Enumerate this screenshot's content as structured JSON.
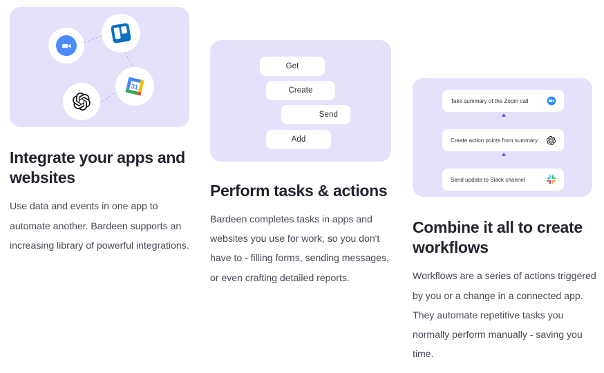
{
  "features": [
    {
      "id": "integrate",
      "heading": "Integrate your apps and websites",
      "body": "Use data and events in one app to automate another. Bardeen supports an increasing library of powerful integrations.",
      "illustration": {
        "type": "app-node-graph",
        "background_color": "#E4E1FB",
        "nodes": [
          {
            "name": "zoom-icon",
            "app": "Zoom"
          },
          {
            "name": "trello-icon",
            "app": "Trello"
          },
          {
            "name": "google-calendar-icon",
            "app": "Google Calendar",
            "badge": "31"
          },
          {
            "name": "openai-icon",
            "app": "OpenAI"
          }
        ],
        "connector_style": "dashed"
      }
    },
    {
      "id": "perform",
      "heading": "Perform tasks & actions",
      "body": "Bardeen completes tasks in apps and websites you use for work, so you don't have to - filling forms, sending messages, or even crafting detailed reports.",
      "illustration": {
        "type": "action-pills",
        "background_color": "#E4E1FB",
        "pills": [
          {
            "label": "Get",
            "align": "center"
          },
          {
            "label": "Create",
            "align": "center"
          },
          {
            "label": "Send",
            "align": "right"
          },
          {
            "label": "Add",
            "align": "center"
          }
        ]
      }
    },
    {
      "id": "combine",
      "heading": "Combine it all to create workflows",
      "body": "Workflows are a series of actions triggered by you or a change in a connected app. They automate repetitive tasks you normally perform manually - saving you time.",
      "illustration": {
        "type": "workflow-steps",
        "background_color": "#E4E1FB",
        "steps": [
          {
            "label": "Take summary of the Zoom call",
            "icon": "zoom-icon"
          },
          {
            "label": "Create action points from summary",
            "icon": "openai-icon"
          },
          {
            "label": "Send update to Slack channel",
            "icon": "slack-icon"
          }
        ],
        "connector_colors": [
          "#7B4DE3",
          "#F2682A"
        ]
      }
    }
  ],
  "colors": {
    "panel": "#E4E1FB",
    "heading": "#23232E",
    "body": "#4A4A57",
    "card": "#FFFFFF"
  }
}
